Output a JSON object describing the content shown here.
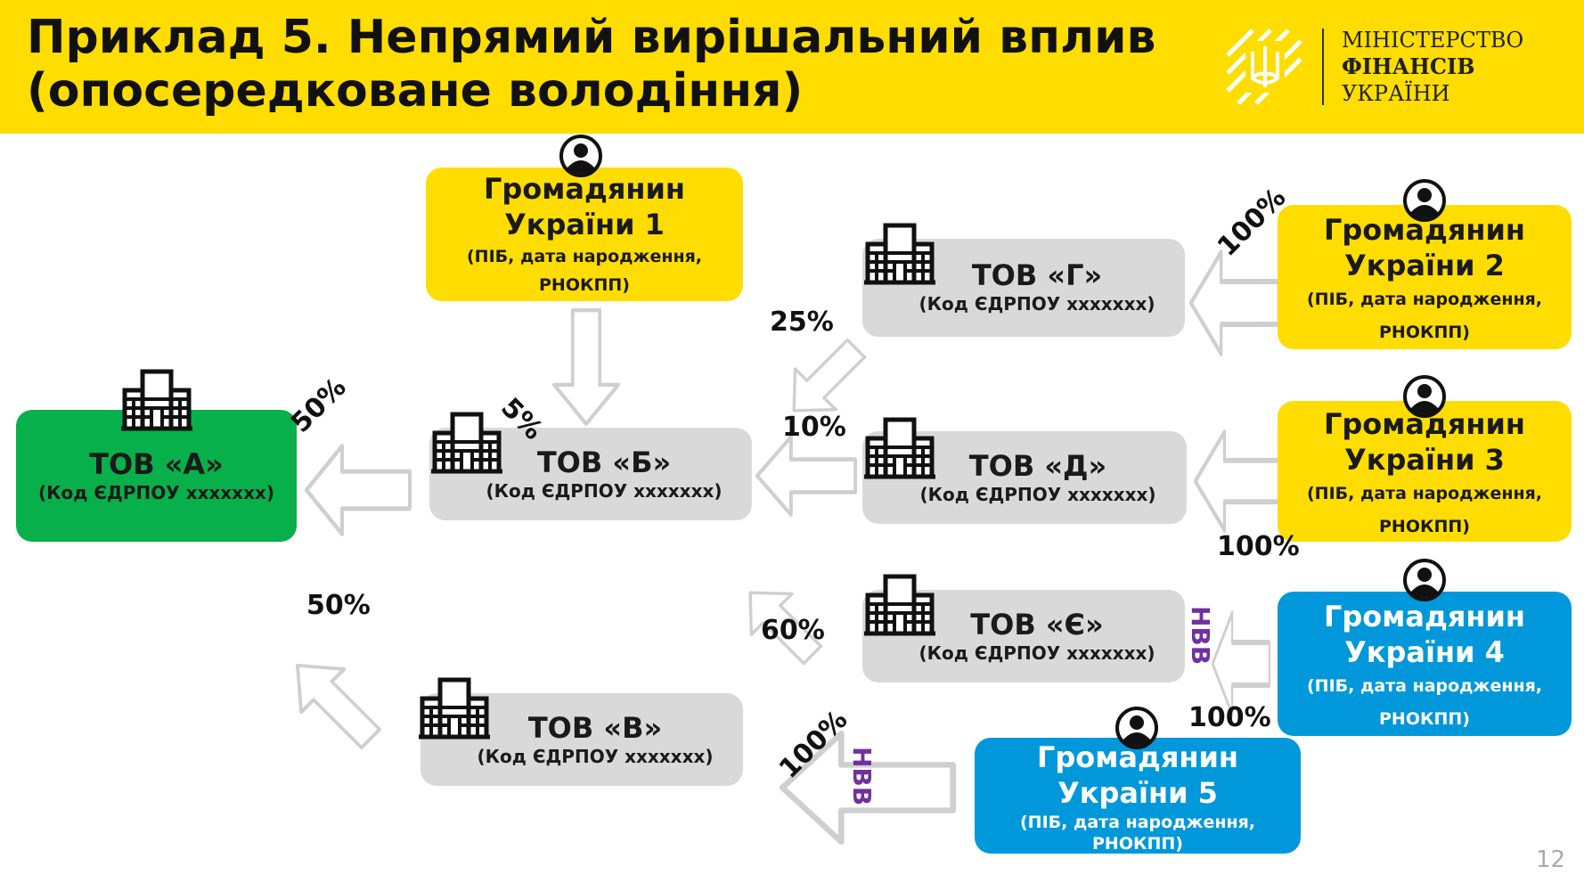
{
  "header": {
    "title_line1": "Приклад 5. Непрямий вирішальний вплив",
    "title_line2": "(опосередковане володіння)",
    "logo": {
      "line1": "МІНІСТЕРСТВО",
      "line2": "ФІНАНСІВ",
      "line3": "УКРАЇНИ",
      "icon": "trident-emblem-icon"
    }
  },
  "companies": {
    "a": {
      "name": "ТОВ «А»",
      "code": "(Код ЄДРПОУ xxxxxxx)"
    },
    "b": {
      "name": "ТОВ «Б»",
      "code": "(Код ЄДРПОУ xxxxxxx)"
    },
    "v": {
      "name": "ТОВ «В»",
      "code": "(Код ЄДРПОУ xxxxxxx)"
    },
    "g": {
      "name": "ТОВ «Г»",
      "code": "(Код ЄДРПОУ xxxxxxx)"
    },
    "d": {
      "name": "ТОВ «Д»",
      "code": "(Код ЄДРПОУ xxxxxxx)"
    },
    "ye": {
      "name": "ТОВ «Є»",
      "code": "(Код ЄДРПОУ xxxxxxx)"
    }
  },
  "citizens": {
    "c1": {
      "line1": "Громадянин",
      "line2": "України 1",
      "detail1": "(ПІБ, дата народження,",
      "detail2": "РНОКПП)"
    },
    "c2": {
      "line1": "Громадянин",
      "line2": "України 2",
      "detail1": "(ПІБ, дата народження,",
      "detail2": "РНОКПП)"
    },
    "c3": {
      "line1": "Громадянин",
      "line2": "України 3",
      "detail1": "(ПІБ, дата народження,",
      "detail2": "РНОКПП)"
    },
    "c4": {
      "line1": "Громадянин",
      "line2": "України 4",
      "detail1": "(ПІБ, дата народження,",
      "detail2": "РНОКПП)"
    },
    "c5": {
      "line1": "Громадянин",
      "line2": "України 5",
      "detail1": "(ПІБ, дата народження,",
      "detail2": "РНОКПП)"
    }
  },
  "edges": {
    "b_to_a": "50%",
    "v_to_a": "50%",
    "c1_to_b": "5%",
    "g_to_b": "25%",
    "d_to_b": "10%",
    "ye_to_b": "60%",
    "c2_to_g": "100%",
    "c3_to_d": "100%",
    "c4_to_ye": "100%",
    "c4_to_ye_tag": "НВВ",
    "c5_to_v": "100%",
    "c5_to_v_tag": "НВВ"
  },
  "page_number": "12",
  "colors": {
    "header": "#ffdd00",
    "company": "#d9d9d9",
    "citizen": "#ffdd00",
    "target": "#08b04b",
    "beneficial_owner": "#0098da",
    "nvv_tag": "#7030a0"
  }
}
